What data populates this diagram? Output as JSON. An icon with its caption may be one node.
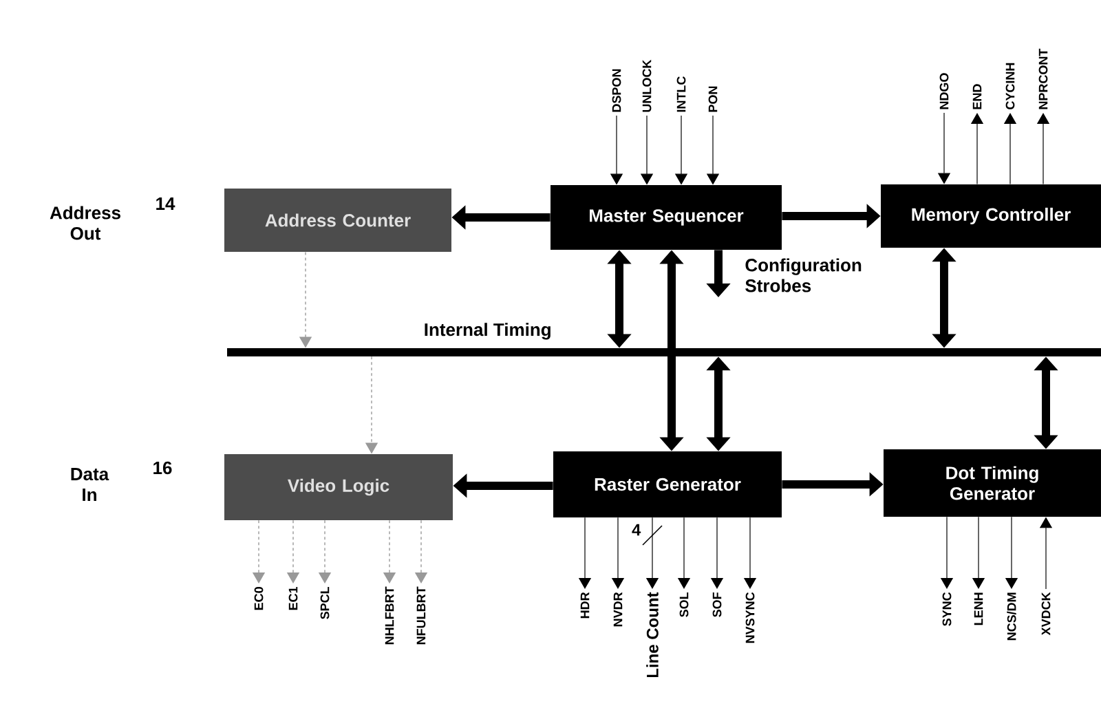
{
  "diagram": {
    "nodes": [
      {
        "text": [
          "Address Counter"
        ]
      },
      {
        "text": [
          "Master Sequencer"
        ]
      },
      {
        "text": [
          "Memory Controller"
        ]
      },
      {
        "text": [
          "Internal Timing"
        ]
      },
      {
        "text": [
          "Raster Generator"
        ]
      },
      {
        "text": [
          "Dot Timing Generator"
        ]
      },
      {
        "text": [
          "Video Logic"
        ]
      },
      {
        "text": [
          "DSPON"
        ]
      },
      {
        "text": [
          "UNLOCK"
        ]
      },
      {
        "text": [
          "INTLC"
        ]
      },
      {
        "text": [
          "PON"
        ]
      },
      {
        "text": [
          "NDGO"
        ]
      },
      {
        "text": [
          "END"
        ]
      },
      {
        "text": [
          "CYCINH"
        ]
      },
      {
        "text": [
          "NPRCONT"
        ]
      },
      {
        "text": [
          "EC0"
        ]
      },
      {
        "text": [
          "EC1"
        ]
      },
      {
        "text": [
          "SPCL"
        ]
      },
      {
        "text": [
          "NHLFBRT"
        ]
      },
      {
        "text": [
          "NFULBRT"
        ]
      },
      {
        "text": [
          "HDR"
        ]
      },
      {
        "text": [
          "NVDR"
        ]
      },
      {
        "text": [
          "Line Count"
        ]
      },
      {
        "text": [
          "SOL"
        ]
      },
      {
        "text": [
          "SOF"
        ]
      },
      {
        "text": [
          "NVSYNC"
        ]
      },
      {
        "text": [
          "SYNC"
        ]
      },
      {
        "text": [
          "LENH"
        ]
      },
      {
        "text": [
          "NCS/DM"
        ]
      },
      {
        "text": [
          "XVDCK"
        ]
      }
    ],
    "edges": [
      {
        "from": 1,
        "to": 0,
        "arrow": "to",
        "style": "thick"
      },
      {
        "from": 1,
        "to": 2,
        "arrow": "to",
        "style": "thick"
      },
      {
        "from": 1,
        "to": 3,
        "arrow": "both",
        "style": "thick"
      },
      {
        "from": 1,
        "to": 4,
        "arrow": "both",
        "style": "thick"
      },
      {
        "from": 1,
        "to": null,
        "arrow": "to",
        "style": "thick",
        "label": "Configuration Strobes"
      },
      {
        "from": 2,
        "to": 3,
        "arrow": "both",
        "style": "thick"
      },
      {
        "from": 3,
        "to": 4,
        "arrow": "both",
        "style": "thick"
      },
      {
        "from": 3,
        "to": 5,
        "arrow": "both",
        "style": "thick"
      },
      {
        "from": 4,
        "to": 6,
        "arrow": "to",
        "style": "thick"
      },
      {
        "from": 4,
        "to": 5,
        "arrow": "to",
        "style": "thick"
      },
      {
        "from": 0,
        "to": 3,
        "arrow": "to",
        "style": "dashed",
        "color": "#999999"
      },
      {
        "from": 3,
        "to": 6,
        "arrow": "to",
        "style": "dashed",
        "color": "#999999"
      },
      {
        "from": 7,
        "to": 1,
        "arrow": "to"
      },
      {
        "from": 8,
        "to": 1,
        "arrow": "to"
      },
      {
        "from": 9,
        "to": 1,
        "arrow": "to"
      },
      {
        "from": 10,
        "to": 1,
        "arrow": "to"
      },
      {
        "from": 11,
        "to": 2,
        "arrow": "to"
      },
      {
        "from": 2,
        "to": 12,
        "arrow": "to"
      },
      {
        "from": 2,
        "to": 13,
        "arrow": "to"
      },
      {
        "from": 2,
        "to": 14,
        "arrow": "to"
      },
      {
        "from": 6,
        "to": 15,
        "arrow": "to",
        "style": "dashed",
        "color": "#999999"
      },
      {
        "from": 6,
        "to": 16,
        "arrow": "to",
        "style": "dashed",
        "color": "#999999"
      },
      {
        "from": 6,
        "to": 17,
        "arrow": "to",
        "style": "dashed",
        "color": "#999999"
      },
      {
        "from": 6,
        "to": 18,
        "arrow": "to",
        "style": "dashed",
        "color": "#999999"
      },
      {
        "from": 6,
        "to": 19,
        "arrow": "to",
        "style": "dashed",
        "color": "#999999"
      },
      {
        "from": 4,
        "to": 20,
        "arrow": "to"
      },
      {
        "from": 4,
        "to": 21,
        "arrow": "to"
      },
      {
        "from": 4,
        "to": 22,
        "arrow": "to",
        "label": "4"
      },
      {
        "from": 4,
        "to": 23,
        "arrow": "to"
      },
      {
        "from": 4,
        "to": 24,
        "arrow": "to"
      },
      {
        "from": 4,
        "to": 25,
        "arrow": "to"
      },
      {
        "from": 5,
        "to": 26,
        "arrow": "to"
      },
      {
        "from": 5,
        "to": 27,
        "arrow": "to"
      },
      {
        "from": 5,
        "to": 28,
        "arrow": "to"
      },
      {
        "from": 29,
        "to": 5,
        "arrow": "to"
      }
    ],
    "labels": [
      "Address Out",
      "14",
      "Data In",
      "16"
    ]
  }
}
